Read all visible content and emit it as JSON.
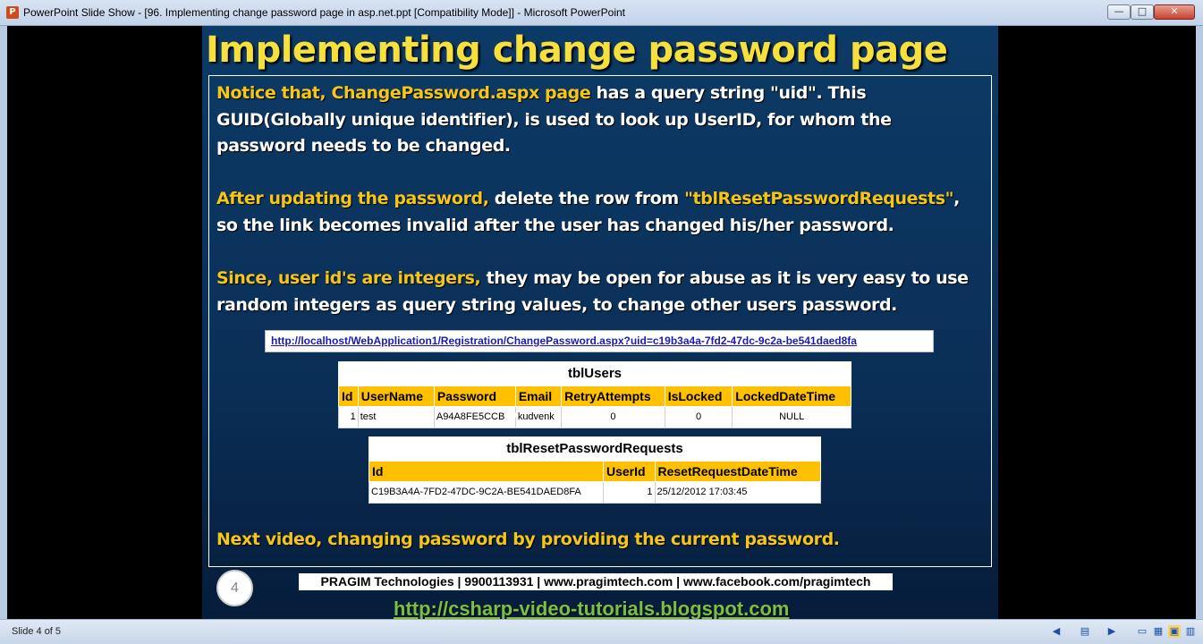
{
  "window": {
    "title": "PowerPoint Slide Show - [96. Implementing change password page in asp.net.ppt [Compatibility Mode]] - Microsoft PowerPoint",
    "minimize": "—",
    "maximize": "□",
    "close": "✕"
  },
  "slide": {
    "title": "Implementing change password page",
    "p1_hl": "Notice that, ChangePassword.aspx page",
    "p1_rest": " has a query string \"uid\". This GUID(Globally unique identifier), is used to look up UserID, for whom the password needs to be changed.",
    "p2_hl": "After updating the password,",
    "p2_mid": " delete the row from ",
    "p2_hl2": "\"tblResetPasswordRequests\"",
    "p2_rest": ", so the link becomes invalid after the user has changed his/her password.",
    "p3_hl": "Since, user id's are integers,",
    "p3_rest": " they may be open for abuse as it is very easy to use random integers as query string values, to change other users password.",
    "url": "http://localhost/WebApplication1/Registration/ChangePassword.aspx?uid=c19b3a4a-7fd2-47dc-9c2a-be541daed8fa",
    "next_video": "Next video, changing password by providing the current password.",
    "slide_number": "4",
    "company": "PRAGIM Technologies | 9900113931 | www.pragimtech.com | www.facebook.com/pragimtech",
    "blog": "http://csharp-video-tutorials.blogspot.com"
  },
  "tblUsers": {
    "caption": "tblUsers",
    "headers": [
      "Id",
      "UserName",
      "Password",
      "Email",
      "RetryAttempts",
      "IsLocked",
      "LockedDateTime"
    ],
    "row": [
      "1",
      "test",
      "A94A8FE5CCB",
      "kudvenk",
      "0",
      "0",
      "NULL"
    ]
  },
  "tblReset": {
    "caption": "tblResetPasswordRequests",
    "headers": [
      "Id",
      "UserId",
      "ResetRequestDateTime"
    ],
    "row": [
      "C19B3A4A-7FD2-47DC-9C2A-BE541DAED8FA",
      "1",
      "25/12/2012  17:03:45"
    ]
  },
  "status": {
    "slide_info": "Slide 4 of 5"
  },
  "colors": {
    "title": "#f7df3c",
    "highlight": "#f5c518",
    "header_fill": "#ffc000",
    "link_green": "#7ac143"
  }
}
